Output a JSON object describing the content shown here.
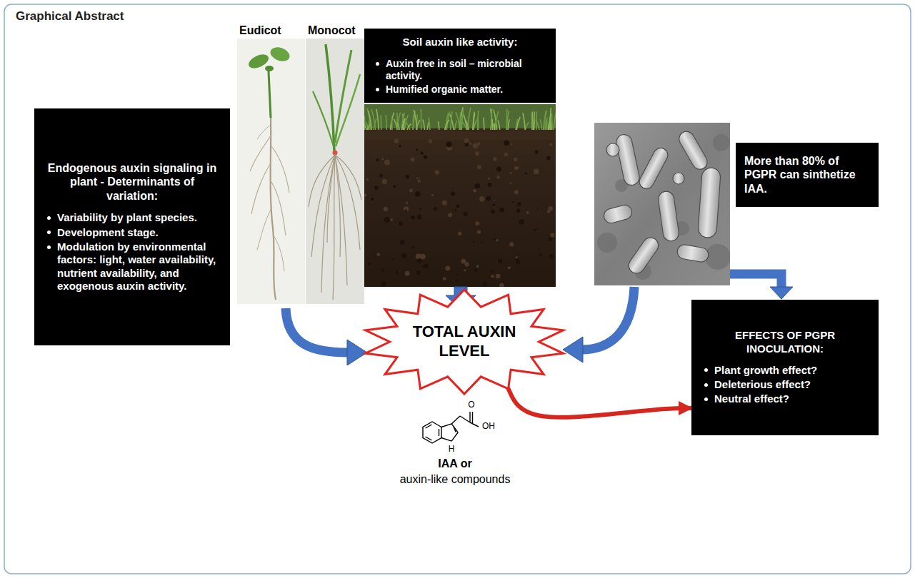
{
  "diagram": {
    "title": "Graphical Abstract",
    "nodes": [
      {
        "text": [
          "Endogenous auxin signaling in plant - Determinants of variation:",
          "Variability by plant species.",
          "Development stage.",
          "Modulation by environmental factors: light, water availability, nutrient availability, and exogenous auxin activity."
        ]
      },
      {
        "text": [
          "Soil auxin like activity:",
          "Auxin free in soil – microbial activity.",
          "Humified organic matter."
        ]
      },
      {
        "text": [
          "More than 80% of PGPR can sinthetize IAA."
        ]
      },
      {
        "text": [
          "TOTAL AUXIN LEVEL"
        ]
      },
      {
        "text": [
          "EFFECTS OF PGPR INOCULATION:",
          "Plant growth effect?",
          "Deleterious effect?",
          "Neutral effect?"
        ]
      }
    ],
    "edges": [
      {
        "from": 3,
        "to": 4,
        "arrow": "to"
      }
    ],
    "labels": [
      "Eudicot",
      "Monocot",
      "O",
      "OH",
      "H",
      "IAA or",
      "auxin-like compounds"
    ]
  }
}
